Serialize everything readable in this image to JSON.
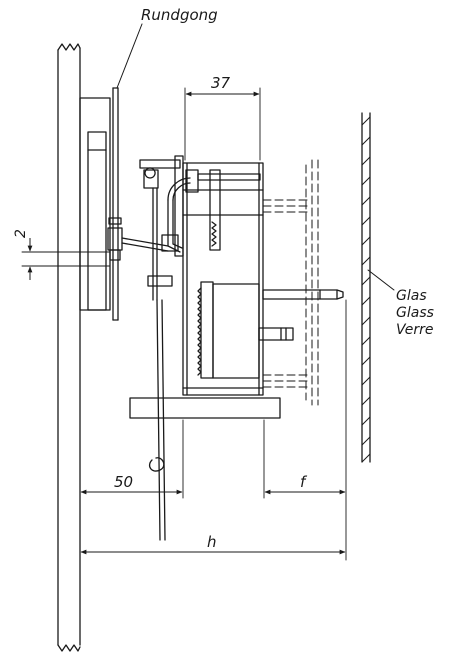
{
  "labels": {
    "rundgong": "Rundgong",
    "dim_37": "37",
    "dim_2": "2",
    "dim_50": "50",
    "dim_f": "f",
    "dim_h": "h",
    "glass_de": "Glas",
    "glass_en": "Glass",
    "glass_fr": "Verre"
  },
  "colors": {
    "ink": "#1a1a1a",
    "paper": "#ffffff"
  }
}
